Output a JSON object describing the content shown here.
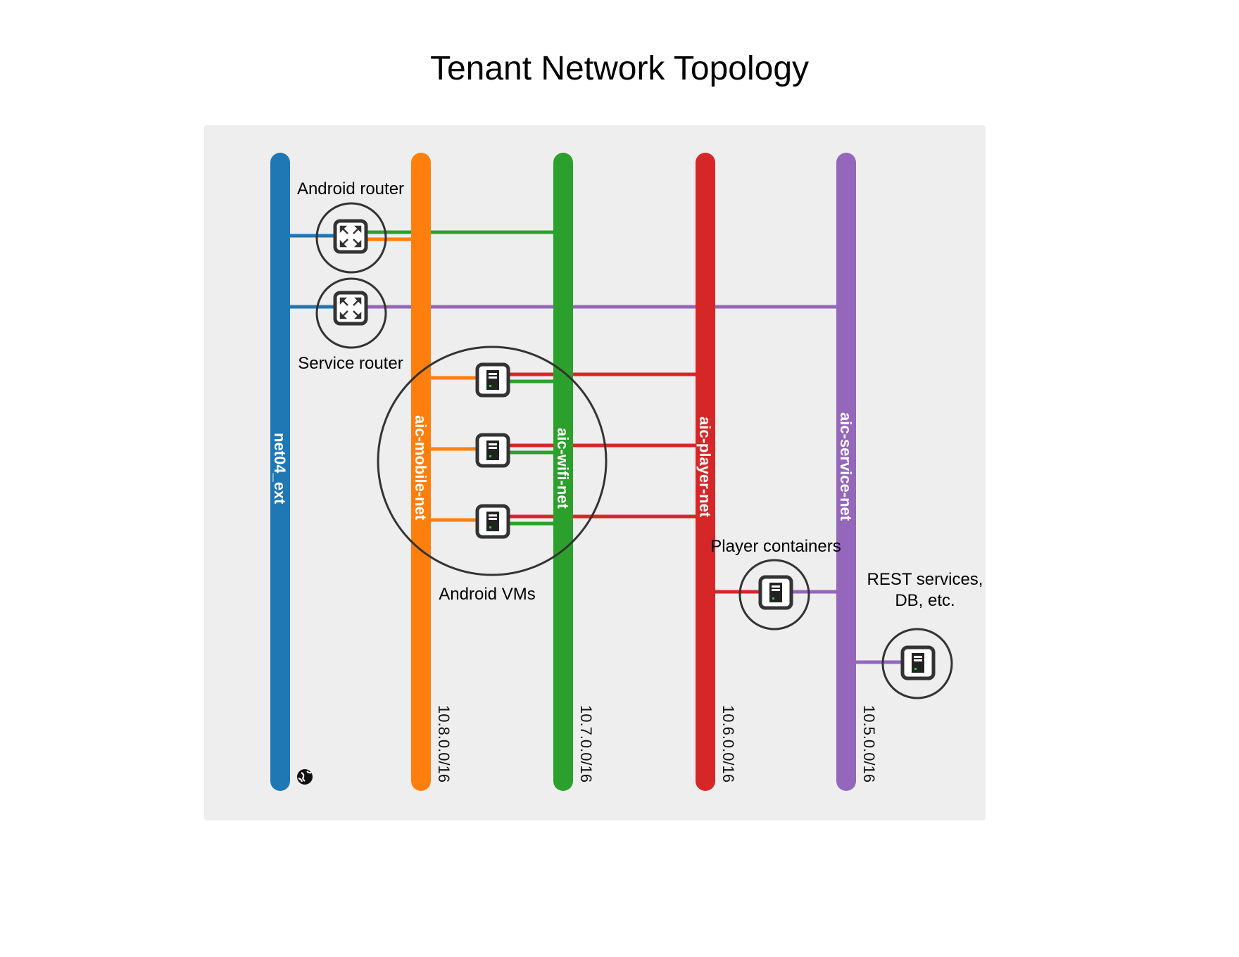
{
  "title": "Tenant Network Topology",
  "colors": {
    "net04_ext": "#1f77b4",
    "aic_mobile_net": "#ff7f0e",
    "aic_wifi_net": "#2ca02c",
    "aic_player_net": "#d62728",
    "aic_service_net": "#9467bd",
    "panel": "#eeeeee"
  },
  "networks": [
    {
      "id": "net04_ext",
      "name": "net04_ext",
      "cidr": ""
    },
    {
      "id": "aic_mobile_net",
      "name": "aic-mobile-net",
      "cidr": "10.8.0.0/16"
    },
    {
      "id": "aic_wifi_net",
      "name": "aic-wifi-net",
      "cidr": "10.7.0.0/16"
    },
    {
      "id": "aic_player_net",
      "name": "aic-player-net",
      "cidr": "10.6.0.0/16"
    },
    {
      "id": "aic_service_net",
      "name": "aic-service-net",
      "cidr": "10.5.0.0/16"
    }
  ],
  "annotations": {
    "android_router": "Android router",
    "service_router": "Service router",
    "android_vms": "Android VMs",
    "player_containers": "Player containers",
    "rest_services_line1": "REST services,",
    "rest_services_line2": "DB, etc."
  },
  "icons": {
    "router": "router-icon",
    "instance": "server-instance-icon",
    "external": "globe-icon"
  }
}
